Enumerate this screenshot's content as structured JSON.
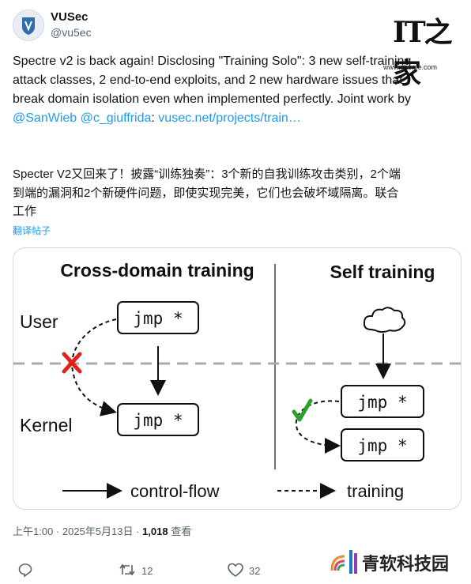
{
  "author": {
    "name": "VUSec",
    "handle": "@vu5ec"
  },
  "watermark": {
    "logo": "IT之家",
    "url": "www.ithome.com",
    "bottom": "青软科技园"
  },
  "tweet": {
    "line1": "Spectre v2 is back again! Disclosing \"Training Solo\": 3 new self-training",
    "line2": "attack classes, 2 end-to-end exploits, and 2 new hardware issues that",
    "line3": "break domain isolation even when implemented perfectly. Joint work by",
    "mention1": "@SanWieb",
    "mention2": "@c_giuffrida",
    "colon": ": ",
    "link": "vusec.net/projects/train…"
  },
  "translation": {
    "line1": "Specter V2又回来了！披露“训练独奏”：3个新的自我训练攻击类别，2个端",
    "line2": "到端的漏洞和2个新硬件问题，即使实现完美，它们也会破坏域隔离。联合",
    "line3": "工作",
    "translate_link": "翻译帖子"
  },
  "figure": {
    "left_title": "Cross-domain training",
    "right_title": "Self training",
    "user_label": "User",
    "kernel_label": "Kernel",
    "jmp_label": "jmp *",
    "legend_control": "control-flow",
    "legend_training": "training"
  },
  "meta": {
    "time": "上午1:00 · 2025年5月13日 · ",
    "views": "1,018",
    "views_label": " 查看"
  },
  "actions": {
    "retweets": "12",
    "likes": "32"
  },
  "colors": {
    "link": "#1d9bf0",
    "cross": "#e0221a",
    "check": "#2ba02b"
  }
}
